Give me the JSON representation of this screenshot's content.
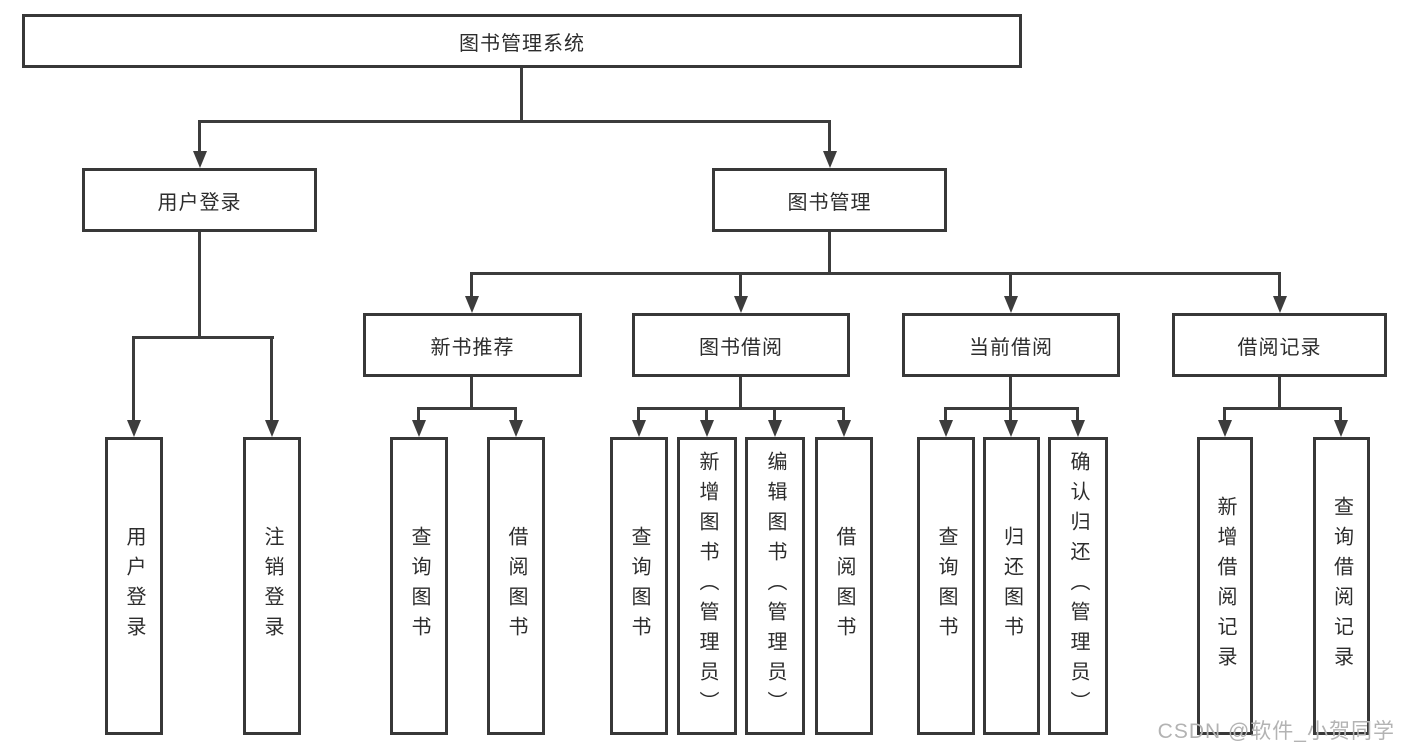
{
  "tree": {
    "label": "图书管理系统",
    "children": [
      {
        "label": "用户登录",
        "children": [
          {
            "label": "用户登录"
          },
          {
            "label": "注销登录"
          }
        ]
      },
      {
        "label": "图书管理",
        "children": [
          {
            "label": "新书推荐",
            "children": [
              {
                "label": "查询图书"
              },
              {
                "label": "借阅图书"
              }
            ]
          },
          {
            "label": "图书借阅",
            "children": [
              {
                "label": "查询图书"
              },
              {
                "label": "新增图书（管理员）"
              },
              {
                "label": "编辑图书（管理员）"
              },
              {
                "label": "借阅图书"
              }
            ]
          },
          {
            "label": "当前借阅",
            "children": [
              {
                "label": "查询图书"
              },
              {
                "label": "归还图书"
              },
              {
                "label": "确认归还（管理员）"
              }
            ]
          },
          {
            "label": "借阅记录",
            "children": [
              {
                "label": "新增借阅记录"
              },
              {
                "label": "查询借阅记录"
              }
            ]
          }
        ]
      }
    ]
  },
  "watermark": "CSDN @软件_小贺同学",
  "colors": {
    "line": "#3c3c3c",
    "border": "#383838",
    "text": "#2d2d2d",
    "watermark": "#b3b3b3",
    "background": "#ffffff"
  }
}
